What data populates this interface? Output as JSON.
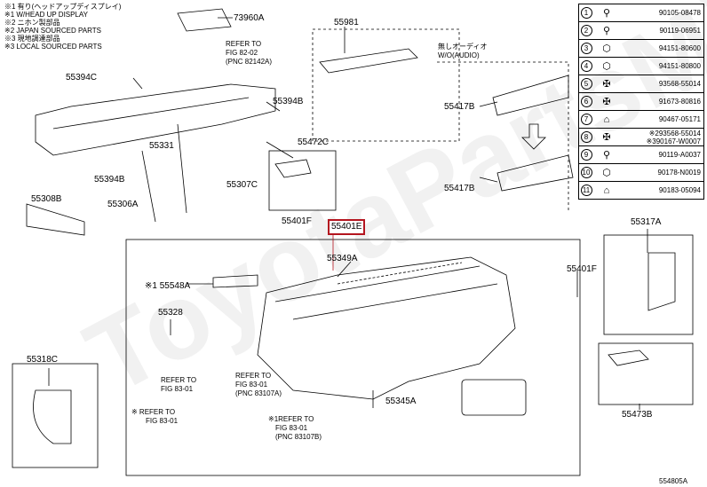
{
  "notes": [
    "※1 有り(ヘッドアップディスプレイ)",
    "※1 W/HEAD UP DISPLAY",
    "※2 ニホン製部品",
    "※2 JAPAN SOURCED PARTS",
    "※3 現地調達部品",
    "※3 LOCAL SOURCED PARTS"
  ],
  "highlight_part": "55401E",
  "watermark": "ToyotaPartsMi",
  "parts": {
    "p73960A": "73960A",
    "p55981": "55981",
    "p55394C": "55394C",
    "p55394B_a": "55394B",
    "p55394B_b": "55394B",
    "p55331": "55331",
    "p55307C": "55307C",
    "p55472C": "55472C",
    "p55308B": "55308B",
    "p55306A": "55306A",
    "p55401F_a": "55401F",
    "p55401F_b": "55401F",
    "p55349A": "55349A",
    "p55548A": "※1 55548A",
    "p55328": "55328",
    "p55318C": "55318C",
    "p55345A": "55345A",
    "p55417B_a": "55417B",
    "p55417B_b": "55417B",
    "p55317A": "55317A",
    "p55473B": "55473B",
    "audio_jp": "無しオーディオ",
    "audio_en": "W/O(AUDIO)",
    "ref1": "REFER TO",
    "ref1b": "FIG 82-02",
    "ref1c": "(PNC 82142A)",
    "ref2": "REFER TO",
    "ref2b": "FIG 83-01",
    "ref3": "REFER TO",
    "ref3b": "FIG 83-01",
    "ref3c": "(PNC 83107A)",
    "ref4": "※ REFER TO",
    "ref4b": "FIG 83-01",
    "ref5": "※1REFER TO",
    "ref5b": "FIG 83-01",
    "ref5c": "(PNC 83107B)",
    "diagram_id": "554805A"
  },
  "legend": [
    {
      "num": "1",
      "part": "90105-08478",
      "icon": "bolt-icon"
    },
    {
      "num": "2",
      "part": "90119-06951",
      "icon": "bolt-icon"
    },
    {
      "num": "3",
      "part": "94151-80600",
      "icon": "nut-icon"
    },
    {
      "num": "4",
      "part": "94151-80800",
      "icon": "nut-icon"
    },
    {
      "num": "5",
      "part": "93568-55014",
      "icon": "screw-icon"
    },
    {
      "num": "6",
      "part": "91673-80816",
      "icon": "screw-icon"
    },
    {
      "num": "7",
      "part": "90467-05171",
      "icon": "clip-icon"
    },
    {
      "num": "8",
      "part": "※293568-55014 ※390167-W0007",
      "icon": "screw-icon"
    },
    {
      "num": "9",
      "part": "90119-A0037",
      "icon": "bolt-icon"
    },
    {
      "num": "10",
      "part": "90178-N0019",
      "icon": "nut-icon"
    },
    {
      "num": "11",
      "part": "90183-05094",
      "icon": "clip-icon"
    }
  ]
}
